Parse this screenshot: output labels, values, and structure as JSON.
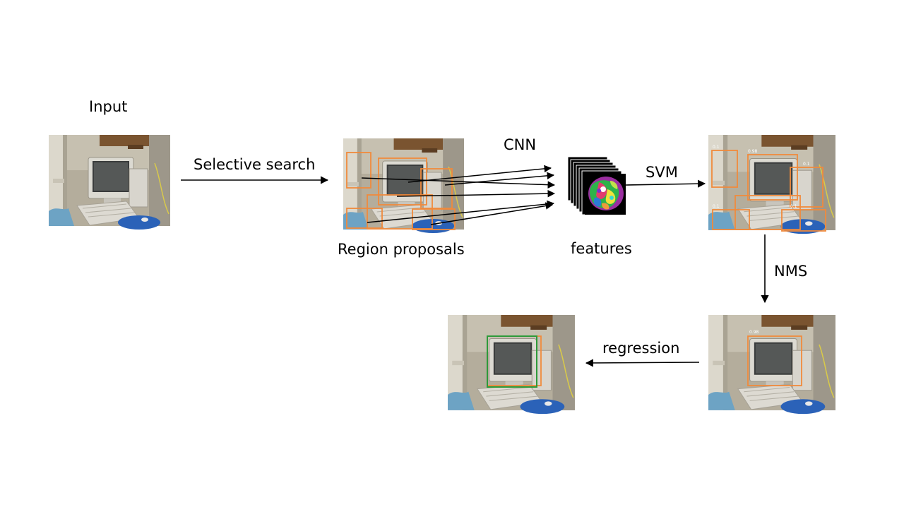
{
  "slide": {
    "labels": {
      "input": "Input",
      "selective_search": "Selective search",
      "cnn": "CNN",
      "svm": "SVM",
      "region_proposals": "Region proposals",
      "features": "features",
      "nms": "NMS",
      "regression": "regression"
    },
    "scores": {
      "svm": [
        "0.1",
        "0.98",
        "0.1",
        "0.1",
        "0.1"
      ],
      "nms": "0.98"
    }
  },
  "colors": {
    "proposal_box": "#f08a3c",
    "regressed_box": "#2e9a3a",
    "arrow": "#000000"
  }
}
